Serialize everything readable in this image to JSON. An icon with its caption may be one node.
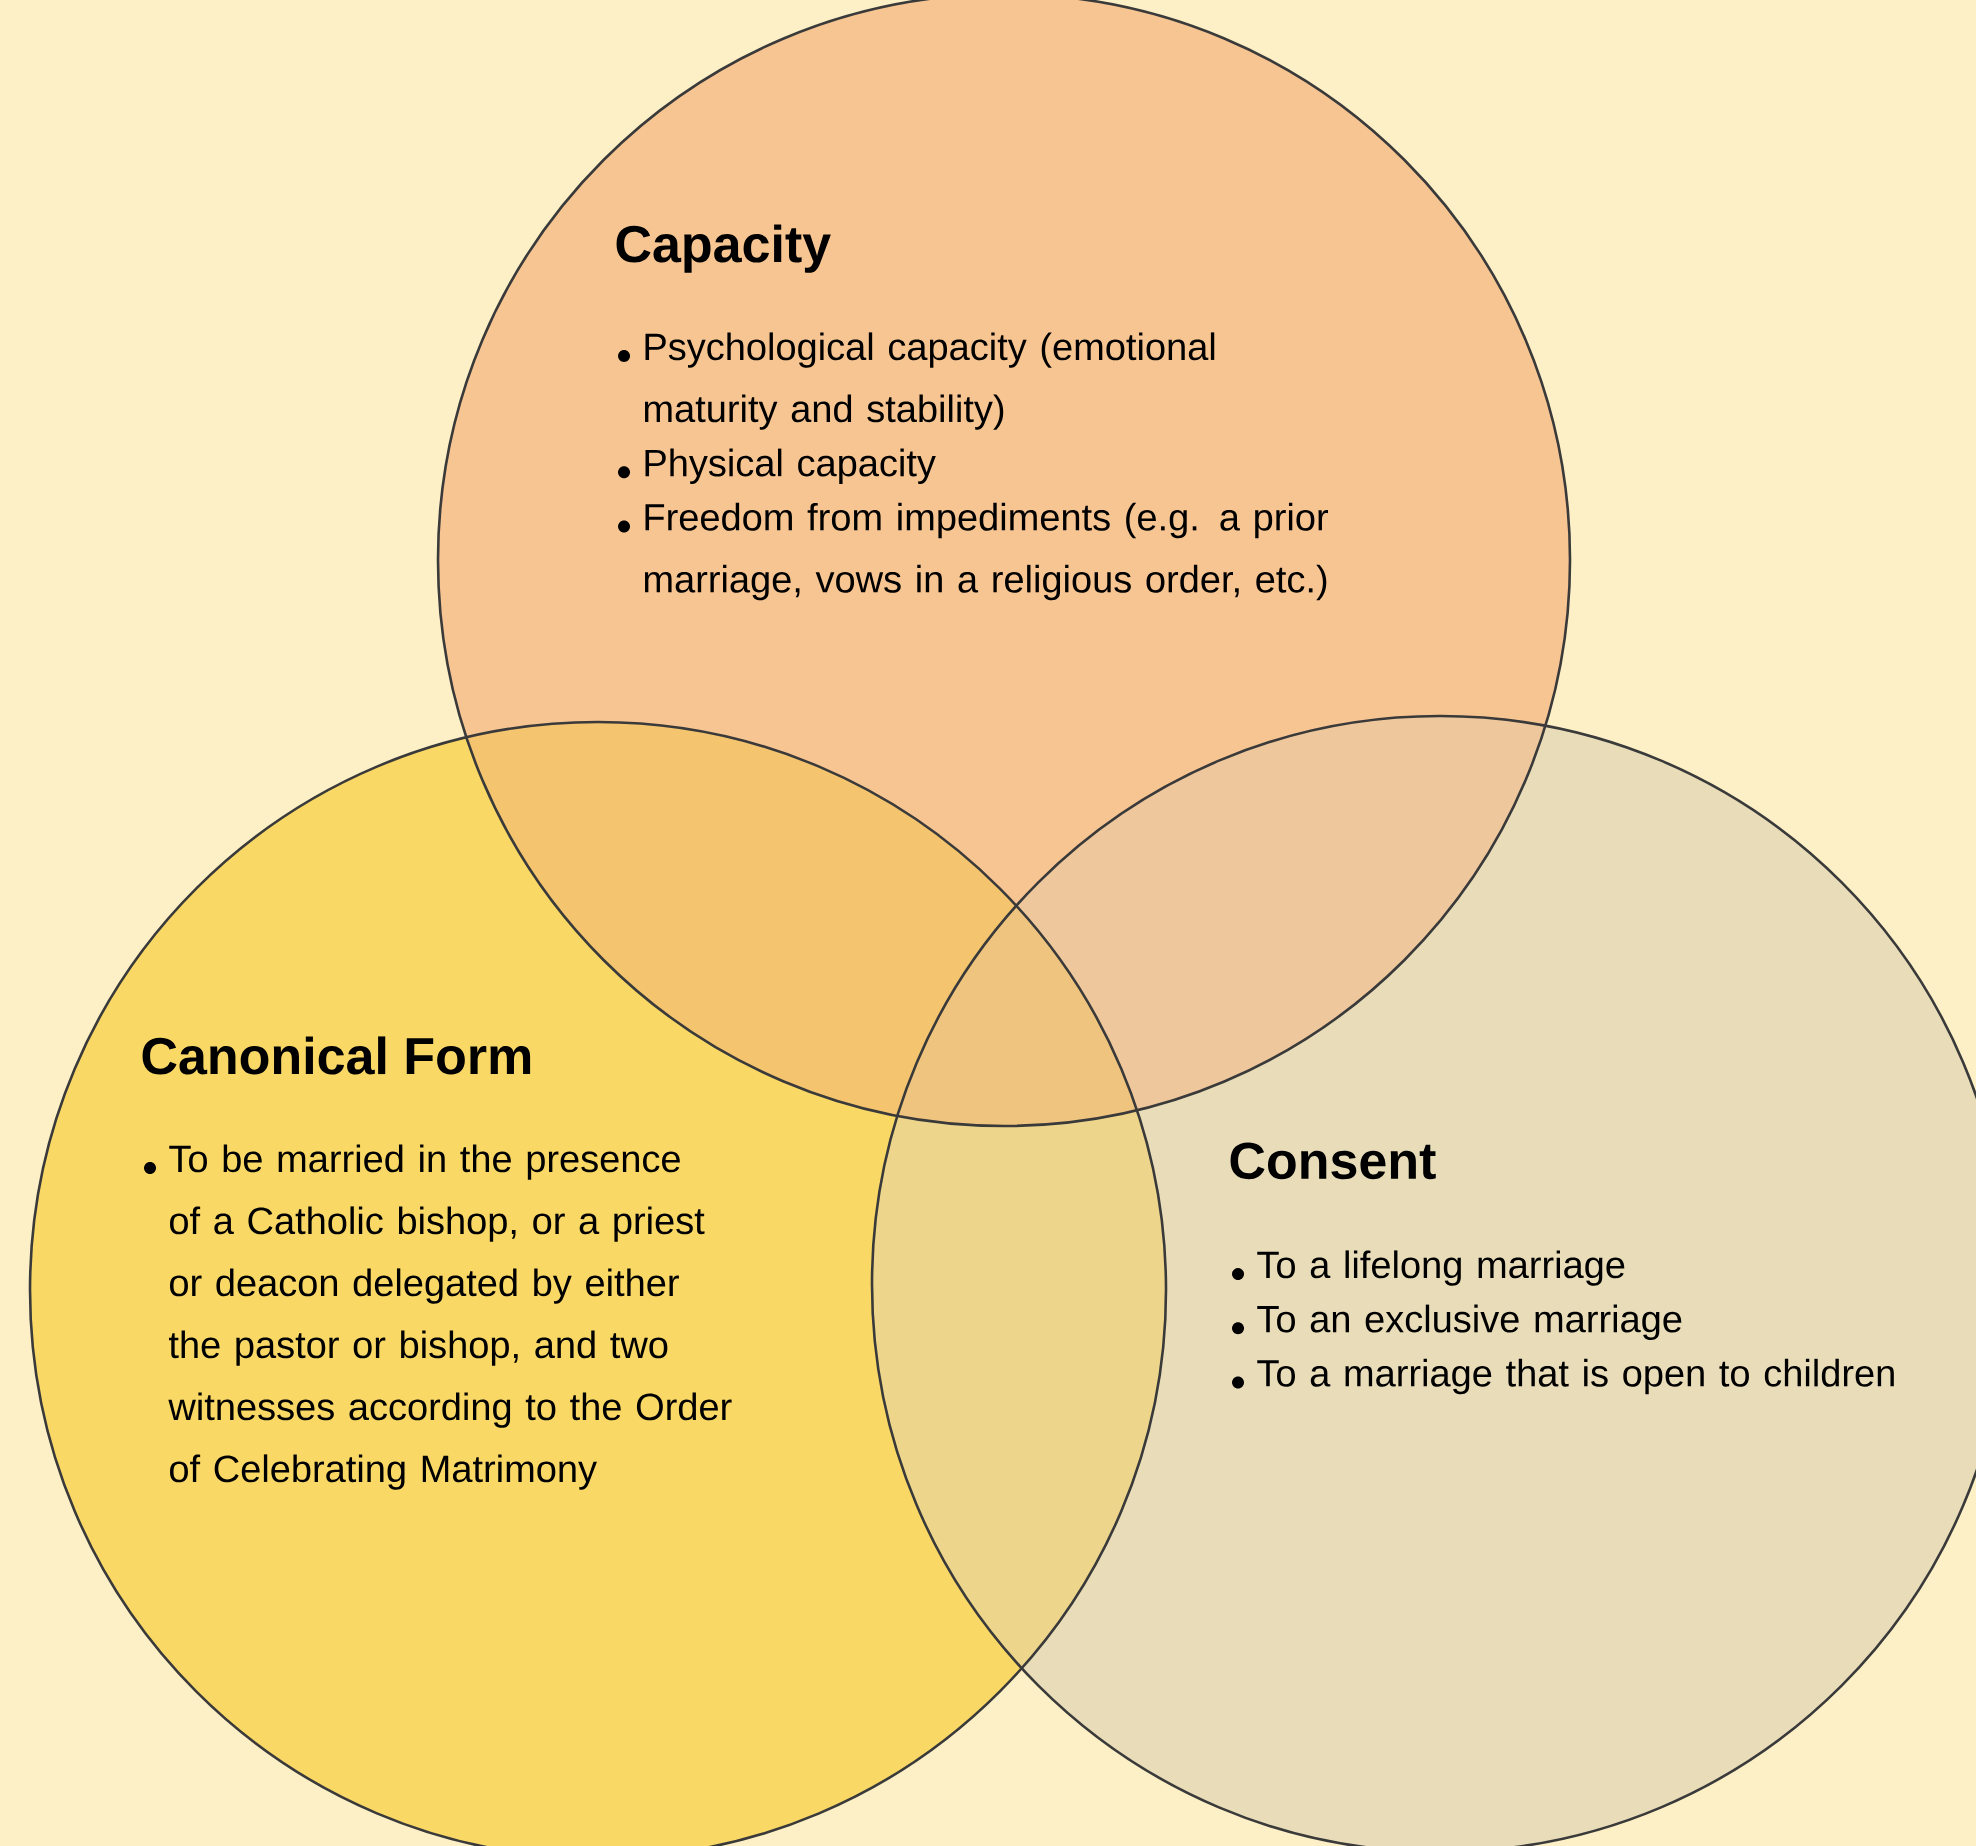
{
  "diagram": {
    "nodes": [
      {
        "text": [
          "Capacity",
          "Psychological capacity (emotional maturity and stability)",
          "Physical capacity",
          "Freedom from impediments (e.g. a prior marriage, vows in a religious order, etc.)"
        ]
      },
      {
        "text": [
          "Canonical Form",
          "To be married in the presence of a Catholic bishop, or a priest or deacon delegated by either the pastor or bishop, and two witnesses according to the Order of Celebrating Matrimony"
        ]
      },
      {
        "text": [
          "Consent",
          "To a lifelong marriage",
          "To an exclusive marriage",
          "To a marriage that is open to children"
        ]
      }
    ]
  }
}
